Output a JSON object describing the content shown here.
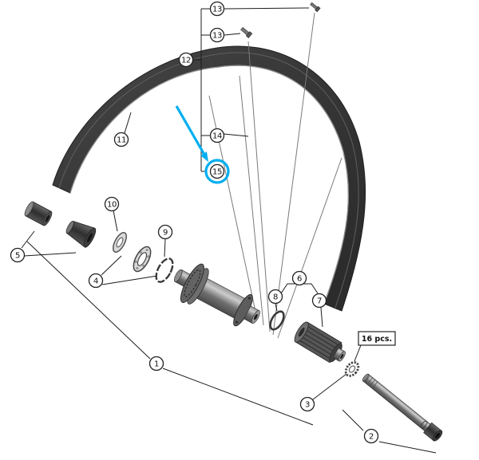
{
  "figure": {
    "type": "exploded-parts-diagram",
    "callouts": {
      "c1": "1",
      "c2": "2",
      "c3": "3",
      "c4": "4",
      "c5": "5",
      "c6": "6",
      "c7": "7",
      "c8": "8",
      "c9": "9",
      "c10": "10",
      "c11": "11",
      "c12": "12",
      "c13a": "13",
      "c13b": "13",
      "c14": "14",
      "c15": "15"
    },
    "labels": {
      "quantity_note": "16 pcs."
    },
    "colors": {
      "highlight": "#00aeef",
      "line": "#1c1c1c",
      "rim": "#3a3a3a"
    },
    "highlighted_callout": "15"
  }
}
